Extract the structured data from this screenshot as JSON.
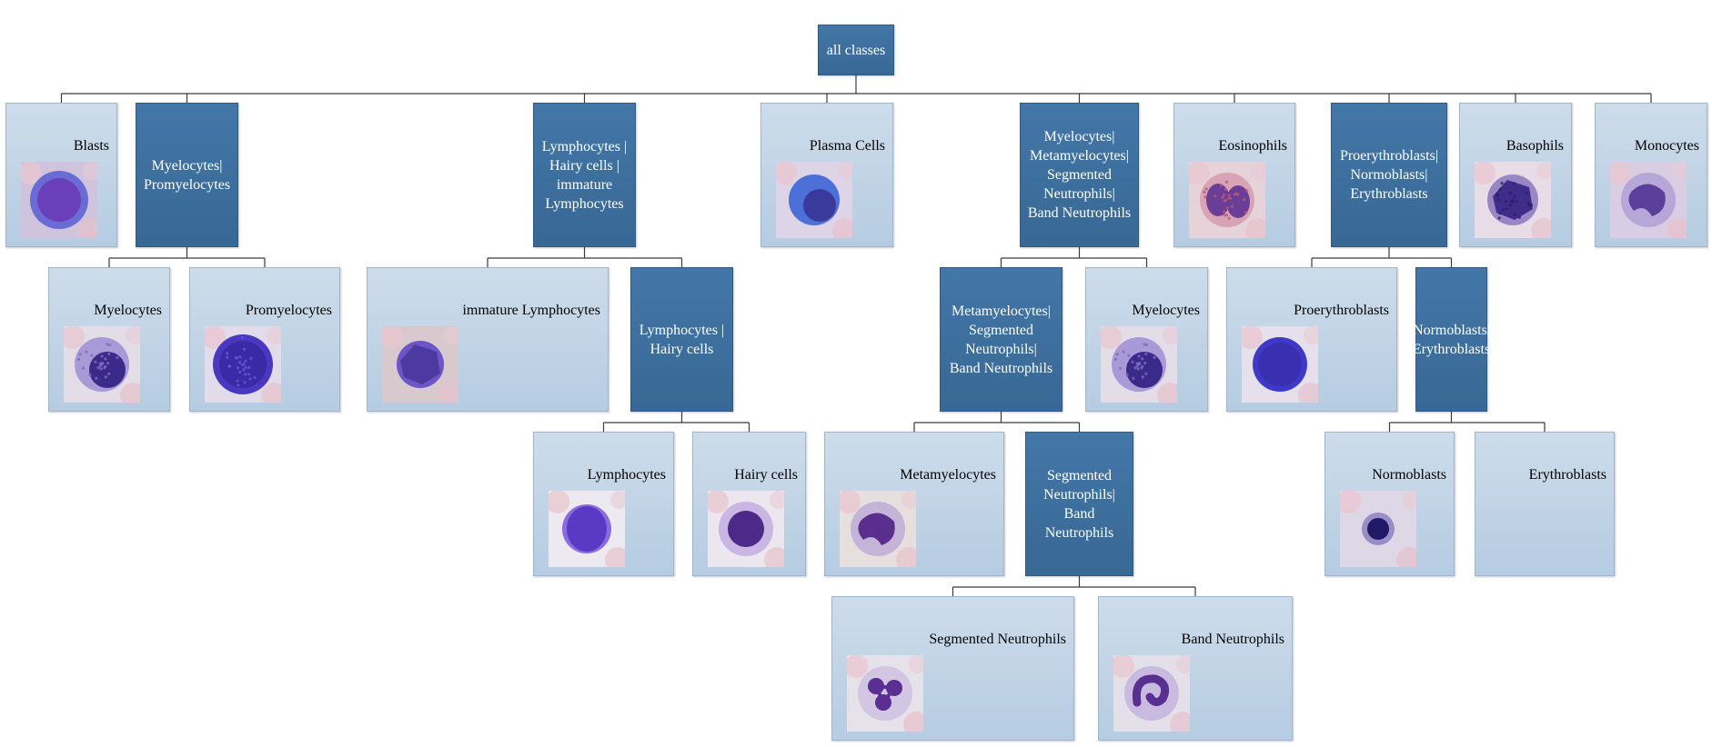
{
  "nodes": [
    {
      "id": "all",
      "label": "all classes",
      "variant": "dark"
    },
    {
      "id": "blasts",
      "label": "Blasts",
      "variant": "light",
      "image": "blast-cell-micrograph"
    },
    {
      "id": "myelo_pro",
      "label": "Myelocytes|\nPromyelocytes",
      "variant": "dark"
    },
    {
      "id": "lympho_group",
      "label": "Lymphocytes |\nHairy cells |\nimmature\nLymphocytes",
      "variant": "dark"
    },
    {
      "id": "plasma",
      "label": "Plasma Cells",
      "variant": "light",
      "image": "plasma-cell-micrograph"
    },
    {
      "id": "neutro_group",
      "label": "Myelocytes|\nMetamyelocytes|\nSegmented\nNeutrophils|\nBand Neutrophils",
      "variant": "dark"
    },
    {
      "id": "eosin",
      "label": "Eosinophils",
      "variant": "light",
      "image": "eosinophil-micrograph"
    },
    {
      "id": "erythro_group",
      "label": "Proerythroblasts|\nNormoblasts|\nErythroblasts",
      "variant": "dark"
    },
    {
      "id": "baso",
      "label": "Basophils",
      "variant": "light",
      "image": "basophil-micrograph"
    },
    {
      "id": "mono",
      "label": "Monocytes",
      "variant": "light",
      "image": "monocyte-micrograph"
    },
    {
      "id": "myelocytes1",
      "label": "Myelocytes",
      "variant": "light",
      "image": "myelocyte-micrograph"
    },
    {
      "id": "promyelo",
      "label": "Promyelocytes",
      "variant": "light",
      "image": "promyelocyte-micrograph"
    },
    {
      "id": "imm_lympho",
      "label": "immature Lymphocytes",
      "variant": "light",
      "image": "immature-lymphocyte-micrograph"
    },
    {
      "id": "lympho_hairy",
      "label": "Lymphocytes |\nHairy cells",
      "variant": "dark"
    },
    {
      "id": "meta_seg_band",
      "label": "Metamyelocytes|\nSegmented\nNeutrophils|\nBand Neutrophils",
      "variant": "dark"
    },
    {
      "id": "myelocytes2",
      "label": "Myelocytes",
      "variant": "light",
      "image": "myelocyte-micrograph"
    },
    {
      "id": "proerythro",
      "label": "Proerythroblasts",
      "variant": "light",
      "image": "proerythroblast-micrograph"
    },
    {
      "id": "normo_erythro",
      "label": "Normoblasts|\nErythroblasts",
      "variant": "dark"
    },
    {
      "id": "lymphocytes",
      "label": "Lymphocytes",
      "variant": "light",
      "image": "lymphocyte-micrograph"
    },
    {
      "id": "hairy",
      "label": "Hairy cells",
      "variant": "light",
      "image": "hairy-cell-micrograph"
    },
    {
      "id": "metamyelo",
      "label": "Metamyelocytes",
      "variant": "light",
      "image": "metamyelocyte-micrograph"
    },
    {
      "id": "seg_band",
      "label": "Segmented\nNeutrophils|\nBand\nNeutrophils",
      "variant": "dark"
    },
    {
      "id": "normoblasts",
      "label": "Normoblasts",
      "variant": "light",
      "image": "normoblast-micrograph"
    },
    {
      "id": "erythroblasts",
      "label": "Erythroblasts",
      "variant": "light"
    },
    {
      "id": "seg_neutro",
      "label": "Segmented Neutrophils",
      "variant": "light",
      "image": "segmented-neutrophil-micrograph"
    },
    {
      "id": "band_neutro",
      "label": "Band Neutrophils",
      "variant": "light",
      "image": "band-neutrophil-micrograph"
    }
  ],
  "edges": [
    [
      "all",
      "blasts"
    ],
    [
      "all",
      "myelo_pro"
    ],
    [
      "all",
      "lympho_group"
    ],
    [
      "all",
      "plasma"
    ],
    [
      "all",
      "neutro_group"
    ],
    [
      "all",
      "eosin"
    ],
    [
      "all",
      "erythro_group"
    ],
    [
      "all",
      "baso"
    ],
    [
      "all",
      "mono"
    ],
    [
      "myelo_pro",
      "myelocytes1"
    ],
    [
      "myelo_pro",
      "promyelo"
    ],
    [
      "lympho_group",
      "imm_lympho"
    ],
    [
      "lympho_group",
      "lympho_hairy"
    ],
    [
      "neutro_group",
      "meta_seg_band"
    ],
    [
      "neutro_group",
      "myelocytes2"
    ],
    [
      "erythro_group",
      "proerythro"
    ],
    [
      "erythro_group",
      "normo_erythro"
    ],
    [
      "lympho_hairy",
      "lymphocytes"
    ],
    [
      "lympho_hairy",
      "hairy"
    ],
    [
      "meta_seg_band",
      "metamyelo"
    ],
    [
      "meta_seg_band",
      "seg_band"
    ],
    [
      "normo_erythro",
      "normoblasts"
    ],
    [
      "normo_erythro",
      "erythroblasts"
    ],
    [
      "seg_band",
      "seg_neutro"
    ],
    [
      "seg_band",
      "band_neutro"
    ]
  ]
}
